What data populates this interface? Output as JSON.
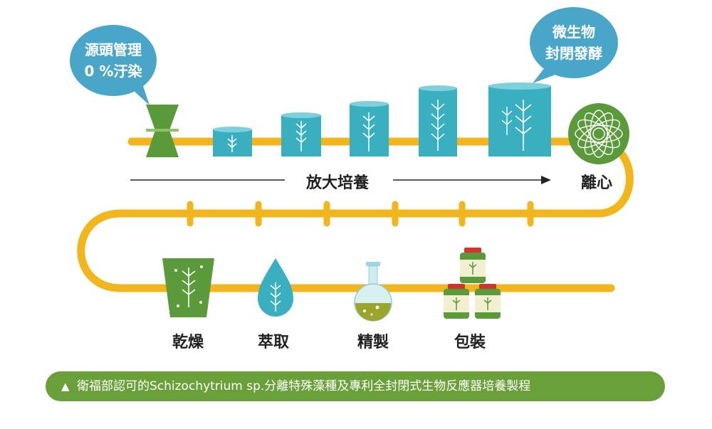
{
  "bubbles": {
    "source": {
      "line1": "源頭管理",
      "line2": "0 %汙染"
    },
    "fermentation": {
      "line1": "微生物",
      "line2": "封閉發酵"
    }
  },
  "scale_up": {
    "label": "放大培養"
  },
  "centrifuge": {
    "label": "離心"
  },
  "steps": {
    "drying": "乾燥",
    "extraction": "萃取",
    "refining": "精製",
    "packaging": "包裝"
  },
  "footer": {
    "marker": "▲",
    "caption": "衛福部認可的Schizochytrium sp.分離特殊藻種及專利全封閉式生物反應器培養製程"
  },
  "colors": {
    "pipe": "#f2b51c",
    "teal": "#3aafc0",
    "green": "#5a9a3a",
    "bubble": "#4aa6c9",
    "banner": "#6aa039"
  }
}
